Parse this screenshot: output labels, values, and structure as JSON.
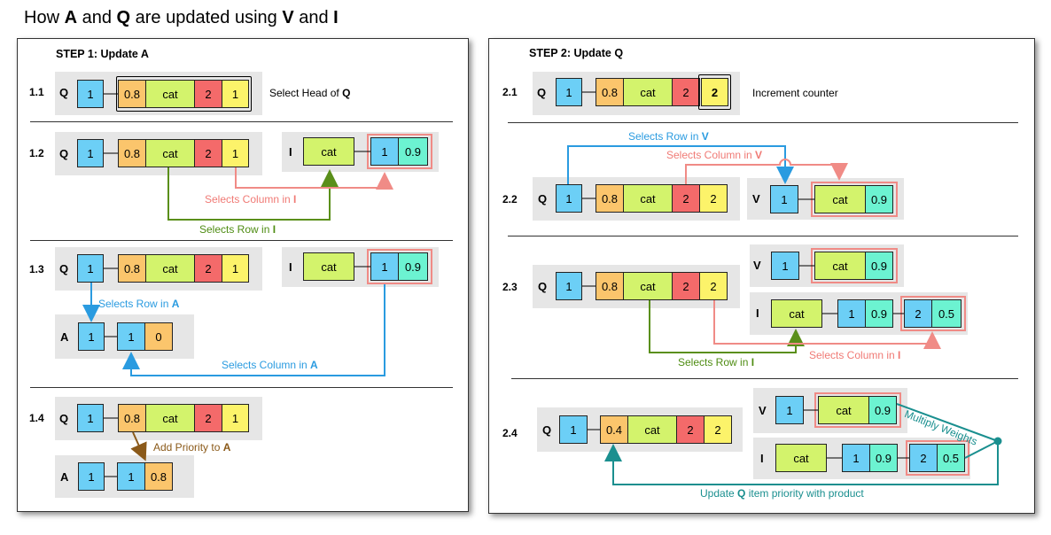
{
  "title": {
    "pre": "How ",
    "a": "A",
    "mid1": " and ",
    "q": "Q",
    "mid2": " are updated using ",
    "v": "V",
    "mid3": " and ",
    "i": "I"
  },
  "step1": {
    "heading": "STEP 1: Update A",
    "r11": {
      "label": "1.1",
      "q_name": "Q",
      "q_cells": [
        "1",
        "0.8",
        "cat",
        "2",
        "1"
      ],
      "note_pre": "Select Head of ",
      "note_bold": "Q"
    },
    "r12": {
      "label": "1.2",
      "q_name": "Q",
      "q_cells": [
        "1",
        "0.8",
        "cat",
        "2",
        "1"
      ],
      "i_name": "I",
      "i_cells": [
        "cat",
        "1",
        "0.9"
      ],
      "anno_col_pre": "Selects Column in ",
      "anno_col_bold": "I",
      "anno_row_pre": "Selects Row in ",
      "anno_row_bold": "I"
    },
    "r13": {
      "label": "1.3",
      "q_name": "Q",
      "q_cells": [
        "1",
        "0.8",
        "cat",
        "2",
        "1"
      ],
      "i_name": "I",
      "i_cells": [
        "cat",
        "1",
        "0.9"
      ],
      "a_name": "A",
      "a_cells": [
        "1",
        "1",
        "0"
      ],
      "anno_row_pre": "Selects Row in ",
      "anno_row_bold": "A",
      "anno_col_pre": "Selects Column in ",
      "anno_col_bold": "A"
    },
    "r14": {
      "label": "1.4",
      "q_name": "Q",
      "q_cells": [
        "1",
        "0.8",
        "cat",
        "2",
        "1"
      ],
      "a_name": "A",
      "a_cells": [
        "1",
        "1",
        "0.8"
      ],
      "anno_pre": "Add Priority to ",
      "anno_bold": "A"
    }
  },
  "step2": {
    "heading": "STEP 2: Update Q",
    "r21": {
      "label": "2.1",
      "q_name": "Q",
      "q_cells": [
        "1",
        "0.8",
        "cat",
        "2",
        "2"
      ],
      "note": "Increment counter"
    },
    "r22": {
      "label": "2.2",
      "q_name": "Q",
      "q_cells": [
        "1",
        "0.8",
        "cat",
        "2",
        "2"
      ],
      "v_name": "V",
      "v_cells": [
        "1",
        "cat",
        "0.9"
      ],
      "anno_row_pre": "Selects Row in ",
      "anno_row_bold": "V",
      "anno_col_pre": "Selects Column in ",
      "anno_col_bold": "V"
    },
    "r23": {
      "label": "2.3",
      "q_name": "Q",
      "q_cells": [
        "1",
        "0.8",
        "cat",
        "2",
        "2"
      ],
      "v_name": "V",
      "v_cells": [
        "1",
        "cat",
        "0.9"
      ],
      "i_name": "I",
      "i_cells": [
        "cat",
        "1",
        "0.9",
        "2",
        "0.5"
      ],
      "anno_row_pre": "Selects Row in ",
      "anno_row_bold": "I",
      "anno_col_pre": "Selects Column in ",
      "anno_col_bold": "I"
    },
    "r24": {
      "label": "2.4",
      "q_name": "Q",
      "q_cells": [
        "1",
        "0.4",
        "cat",
        "2",
        "2"
      ],
      "v_name": "V",
      "v_cells": [
        "1",
        "cat",
        "0.9"
      ],
      "i_name": "I",
      "i_cells": [
        "cat",
        "1",
        "0.9",
        "2",
        "0.5"
      ],
      "anno_mult": "Multiply Weights",
      "anno_upd_pre": "Update ",
      "anno_upd_bold": "Q",
      "anno_upd_post": " item priority with product"
    }
  },
  "colors": {
    "blue": "#6ccff6",
    "orange": "#fbc56c",
    "green": "#d3f36c",
    "red": "#f46a6a",
    "yellow": "#fcf36a",
    "teal": "#6cf3d1",
    "highlight": "#f08b86",
    "arrow_green": "#5a8f1a",
    "arrow_blue": "#2a9be0",
    "arrow_brown": "#8b5a1a",
    "arrow_teal": "#1a8f8f"
  }
}
